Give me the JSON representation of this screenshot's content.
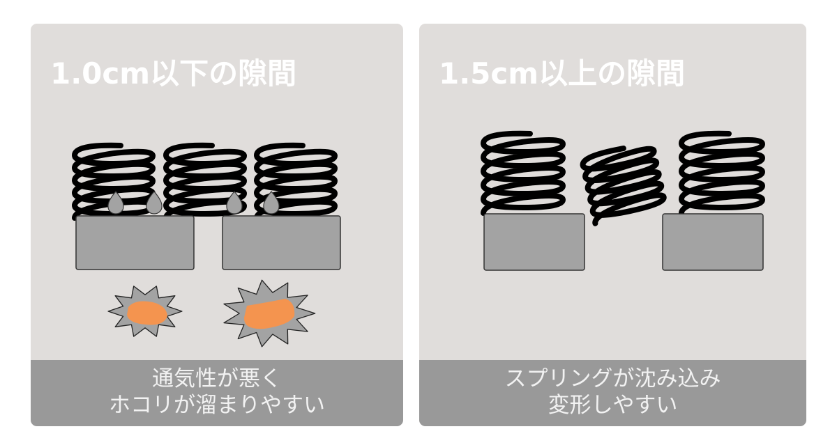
{
  "panels": [
    {
      "title": "1.0cm以下の隙間",
      "caption_lines": [
        "通気性が悪く",
        "ホコリが溜まりやすい"
      ]
    },
    {
      "title": "1.5cm以上の隙間",
      "caption_lines": [
        "スプリングが沈み込み",
        "変形しやすい"
      ]
    }
  ],
  "colors": {
    "panel_bg": "#e0dddb",
    "caption_bg": "#999999",
    "block": "#a3a3a3",
    "dust": "#f4944f",
    "spring": "#000000"
  }
}
